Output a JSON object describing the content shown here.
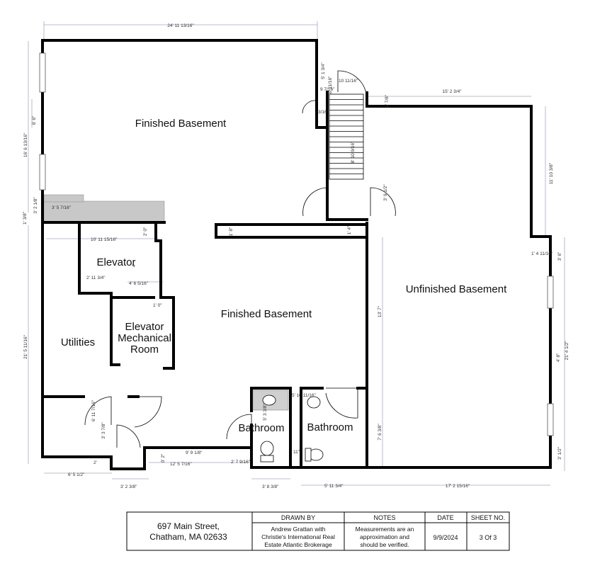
{
  "rooms": {
    "finished_basement_top": "Finished Basement",
    "finished_basement_center": "Finished Basement",
    "unfinished_basement": "Unfinished Basement",
    "elevator": "Elevator",
    "elevator_mech_1": "Elevator",
    "elevator_mech_2": "Mechanical",
    "elevator_mech_3": "Room",
    "utilities": "Utilities",
    "bathroom_left": "Bathroom",
    "bathroom_right": "Bathroom"
  },
  "dimensions": {
    "top_width": "24' 11 13/16\"",
    "left_top": "16' 6 13/16\"",
    "left_small": "6' 6\"",
    "left_3_2": "3' 2 1/8\"",
    "left_1_3": "1' 3/8\"",
    "left_bottom": "21' 5 11/16\"",
    "stair_top_1": "5' 1 3/4\"",
    "stair_top_2": "8' 11/16\"",
    "stair_top_3": "9 7/16\"",
    "stair_top_4": "10 11/16\"",
    "stair_side": "3/16\"",
    "stair_len": "8' 10 9/16\"",
    "stair_bottom": "3' 9 1/2\"",
    "right_top_width": "15' 2 3/4\"",
    "right_1_7": "1' 7/8\"",
    "right_11": "11' 10 3/8\"",
    "right_1_4": "1' 4 11/16\"",
    "right_3_6": "3' 6\"",
    "right_21": "21' 4 1/2\"",
    "right_4_8": "4' 8\"",
    "right_3_1": "3' 1/2\"",
    "shelf": "3' 5 7/16\"",
    "elev_width": "10' 11 15/16\"",
    "elev_2_0": "2' 0\"",
    "elev_side": "2' 11 3/4\"",
    "elev_4_6": "4' 6 5/16\"",
    "elev_4": "4'",
    "mech_1": "1' 0\"",
    "center_13_7": "13' 7\"",
    "beam_1_8": "1' 8\"",
    "beam_1_4": "1' 4\"",
    "util_6": "6' 11 7/16\"",
    "util_3": "3' 3 7/8\"",
    "util_9": "9' 9 1/8\"",
    "bottom_12": "12' 5 7/16\"",
    "bottom_6": "6' 5 1/2\"",
    "bottom_3_2": "3' 2 3/8\"",
    "bottom_2": "2'",
    "bottom_0_2": "0' 2\"",
    "bath_2_7": "2' 7 9/16\"",
    "bath_3_8": "3' 8 3/8\"",
    "bath_5_11": "5' 11 3/4\"",
    "bath_5_10": "5' 10 11/16\"",
    "bath_5_3": "5' 3 3/8\"",
    "bath_7_6": "7' 6 3/8\"",
    "bath_11": "11\"",
    "bottom_right_17": "17' 2 15/16\""
  },
  "title_block": {
    "address_line1": "697 Main Street,",
    "address_line2": "Chatham,  MA 02633",
    "drawn_by_header": "DRAWN BY",
    "drawn_by_line1": "Andrew Grattan with",
    "drawn_by_line2": "Christie's International Real",
    "drawn_by_line3": "Estate Atlantic Brokerage",
    "notes_header": "NOTES",
    "notes_line1": "Measurements are an",
    "notes_line2": "approximation and",
    "notes_line3": "should be verified.",
    "date_header": "DATE",
    "date_value": "9/9/2024",
    "sheet_header": "SHEET NO.",
    "sheet_value": "3 Of 3"
  },
  "colors": {
    "wall": "#000000",
    "dimension_line": "#a8a8c8",
    "shelf_fill": "#c8c8c8"
  }
}
